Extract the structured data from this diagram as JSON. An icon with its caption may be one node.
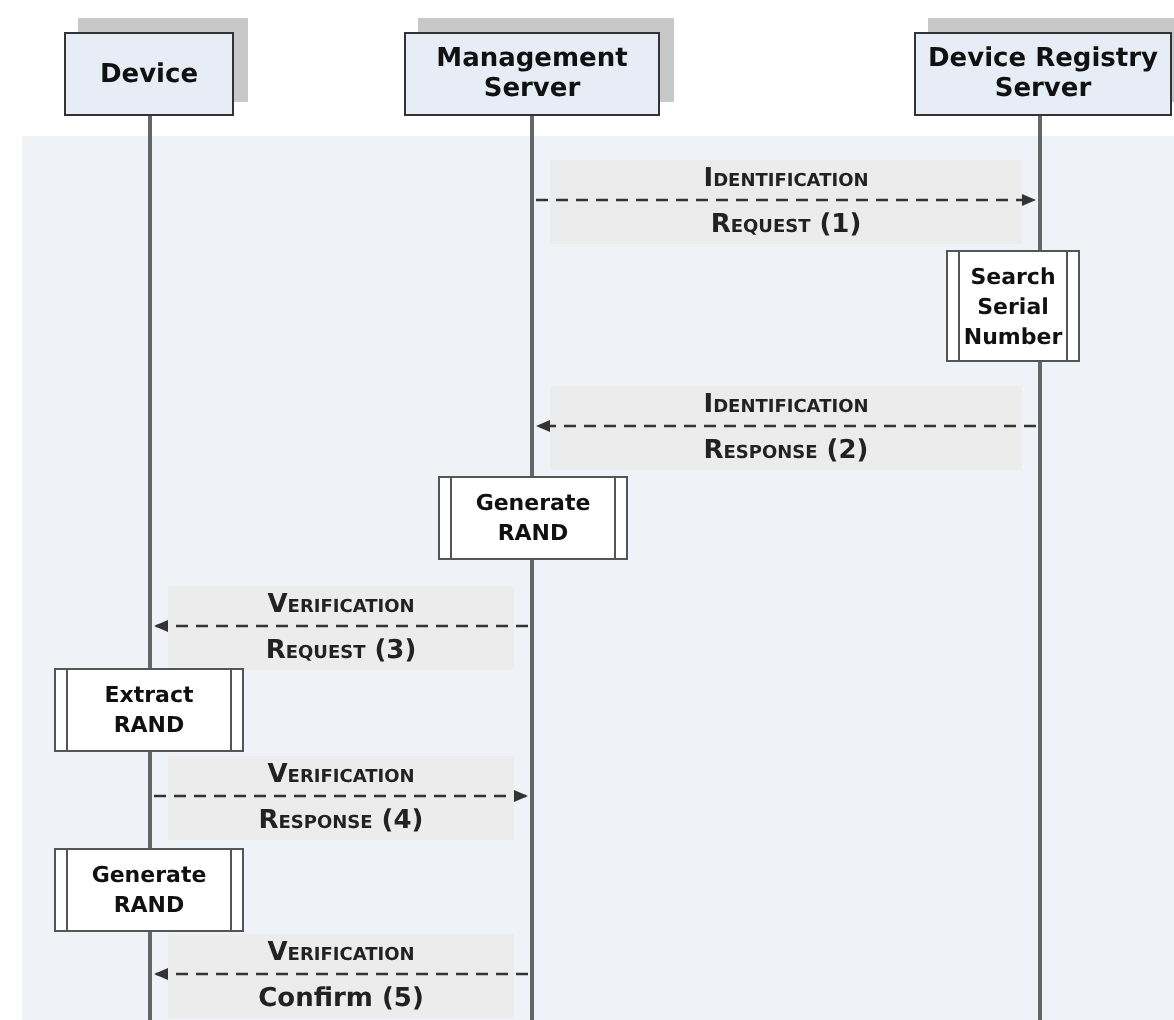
{
  "diagram": {
    "nodes": [
      {
        "text": [
          "Device"
        ]
      },
      {
        "text": [
          "Management Server"
        ]
      },
      {
        "text": [
          "Device Registry Server"
        ]
      },
      {
        "text": [
          "Search Serial Number"
        ]
      },
      {
        "text": [
          "Generate RAND"
        ]
      },
      {
        "text": [
          "Extract RAND"
        ]
      },
      {
        "text": [
          "Generate RAND"
        ]
      },
      {
        "text": [],
        "shape": "line"
      },
      {
        "text": [],
        "shape": "line"
      },
      {
        "text": [],
        "shape": "line"
      },
      {
        "text": [],
        "shape": "line"
      },
      {
        "text": [],
        "shape": "line"
      },
      {
        "text": [],
        "shape": "line"
      },
      {
        "text": [],
        "shape": "line"
      }
    ],
    "edges": [
      {
        "from": 8,
        "to": 9,
        "arrow": "to",
        "label": "Identification Request (1)",
        "style": "dashed"
      },
      {
        "from": 10,
        "to": 8,
        "arrow": "to",
        "label": "Identification Response (2)",
        "style": "dashed"
      },
      {
        "from": 11,
        "to": 7,
        "arrow": "to",
        "label": "Verification Request (3)",
        "style": "dashed"
      },
      {
        "from": 12,
        "to": 11,
        "arrow": "to",
        "label": "Verification Response (4)",
        "style": "dashed"
      },
      {
        "from": 11,
        "to": 13,
        "arrow": "to",
        "label": "Verification Confirm (5)",
        "style": "dashed"
      }
    ]
  }
}
